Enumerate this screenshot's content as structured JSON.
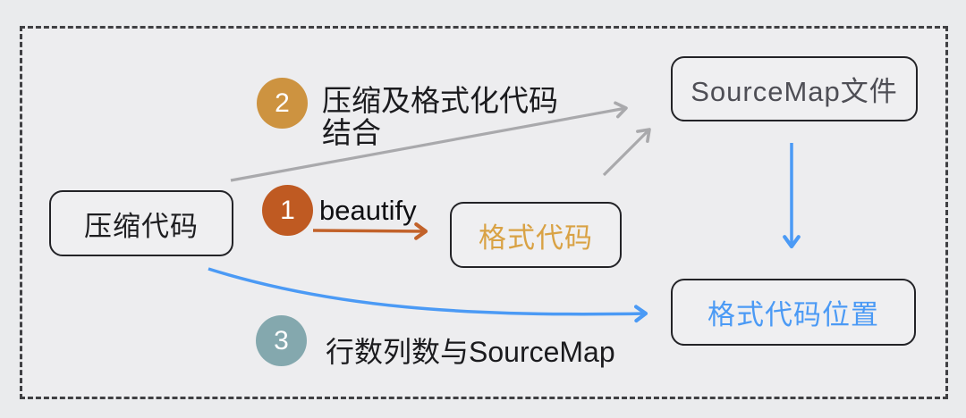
{
  "diagram": {
    "title": "sourcemap-beautify-flow",
    "nodes": {
      "compressed": {
        "label": "压缩代码",
        "text_color": "#1d1d20"
      },
      "sourcemap": {
        "label": "SourceMap文件",
        "text_color": "#4e4e55"
      },
      "formatted": {
        "label": "格式代码",
        "text_color": "#d9a244"
      },
      "position": {
        "label": "格式代码位置",
        "text_color": "#4b9af5"
      }
    },
    "steps": [
      {
        "num": "1",
        "circle_color": "#bf5a22",
        "label": "beautify",
        "label_color": "#0f0f12"
      },
      {
        "num": "2",
        "circle_color": "#cd9340",
        "label_line1": "压缩及格式化代码",
        "label_line2": "结合",
        "label_color": "#1b1b1e"
      },
      {
        "num": "3",
        "circle_color": "#84a8ae",
        "label": "行数列数与SourceMap",
        "label_color": "#1b1b1e"
      }
    ],
    "colors": {
      "background": "#eaebed",
      "frame_fill": "#ededef",
      "dashed_border": "#404043",
      "box_border": "#232327",
      "gray_arrow": "#a9a9ac",
      "orange_arrow": "#c2622a",
      "blue_arrow": "#4b9af5",
      "step_number_text": "#ffffff"
    }
  }
}
